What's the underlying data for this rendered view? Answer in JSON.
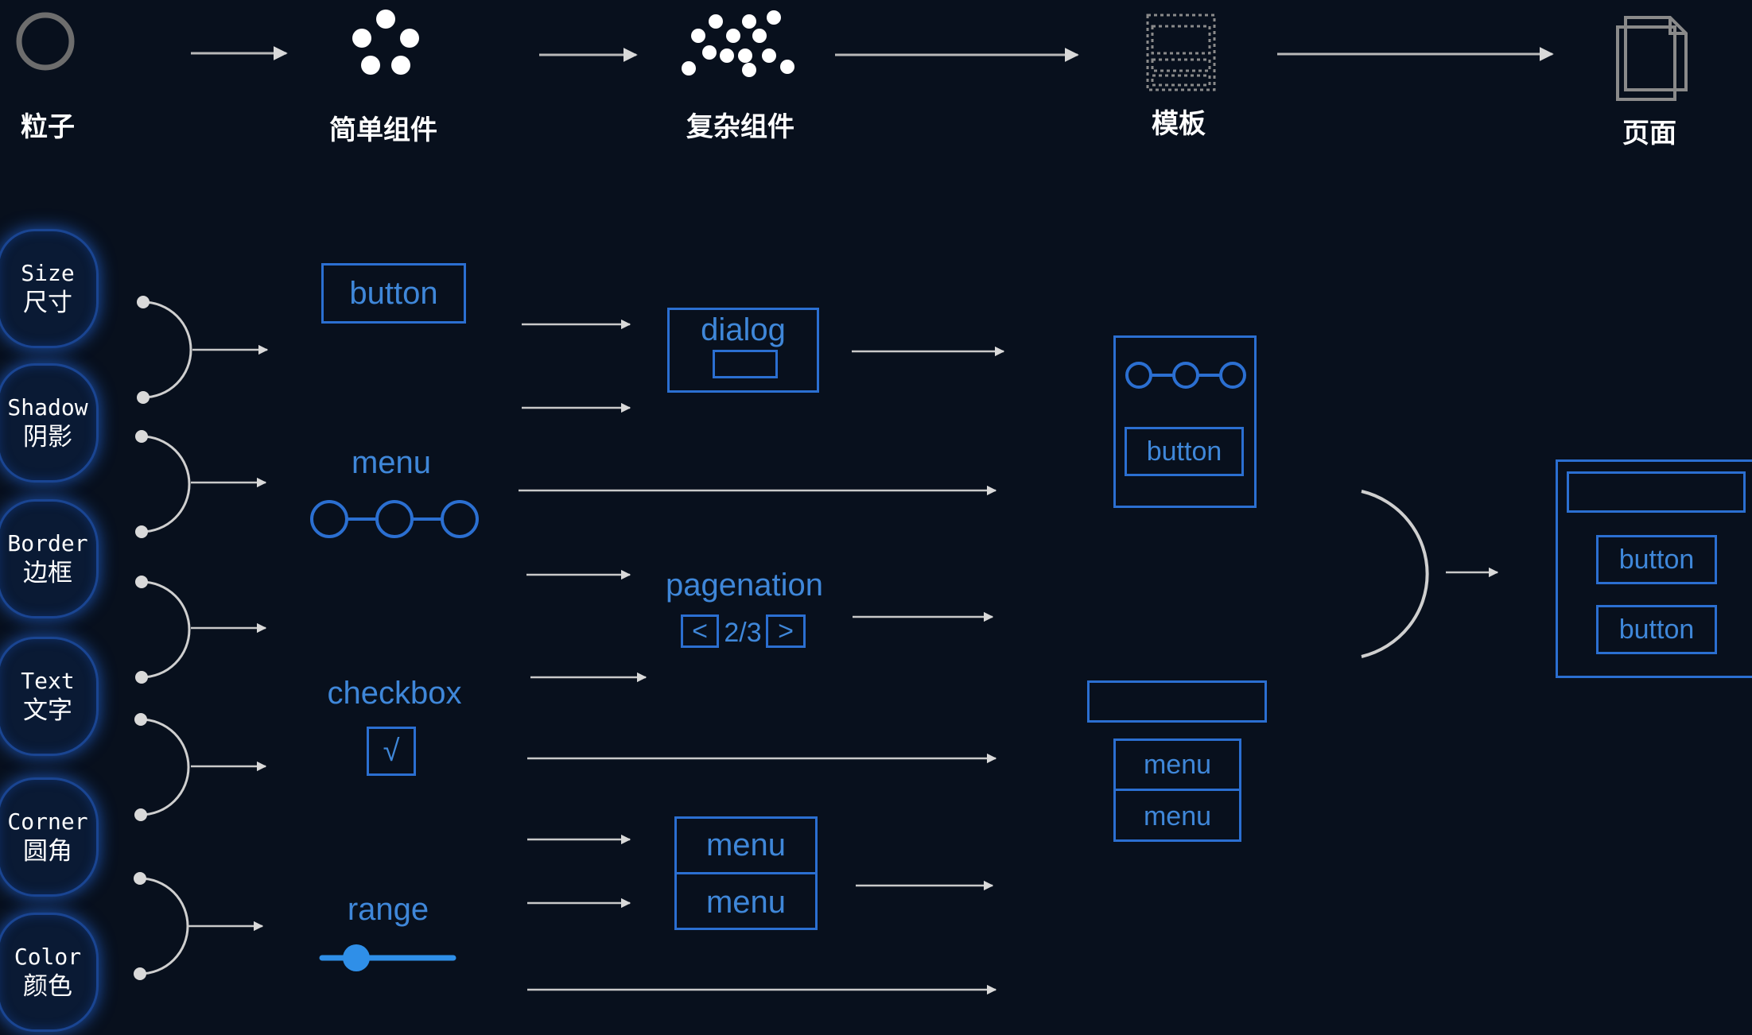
{
  "stages": [
    "粒子",
    "简单组件",
    "复杂组件",
    "模板",
    "页面"
  ],
  "atoms": [
    {
      "en": "Size",
      "zh": "尺寸"
    },
    {
      "en": "Shadow",
      "zh": "阴影"
    },
    {
      "en": "Border",
      "zh": "边框"
    },
    {
      "en": "Text",
      "zh": "文字"
    },
    {
      "en": "Corner",
      "zh": "圆角"
    },
    {
      "en": "Color",
      "zh": "颜色"
    }
  ],
  "simple_components": {
    "button": "button",
    "menu": "menu",
    "checkbox": "checkbox",
    "checkbox_mark": "√",
    "range": "range"
  },
  "complex_components": {
    "dialog": "dialog",
    "pagination": "pagenation",
    "pagination_prev": "<",
    "pagination_page": "2/3",
    "pagination_next": ">",
    "menu_item_1": "menu",
    "menu_item_2": "menu"
  },
  "templates": {
    "button": "button",
    "menu_item_1": "menu",
    "menu_item_2": "menu"
  },
  "page": {
    "button_1": "button",
    "button_2": "button"
  },
  "colors": {
    "background": "#08101d",
    "accent_blue": "#2b6fd1",
    "label_blue": "#3f87d9",
    "slider_knob": "#2f8fe8",
    "connector": "#cfcfcf"
  }
}
